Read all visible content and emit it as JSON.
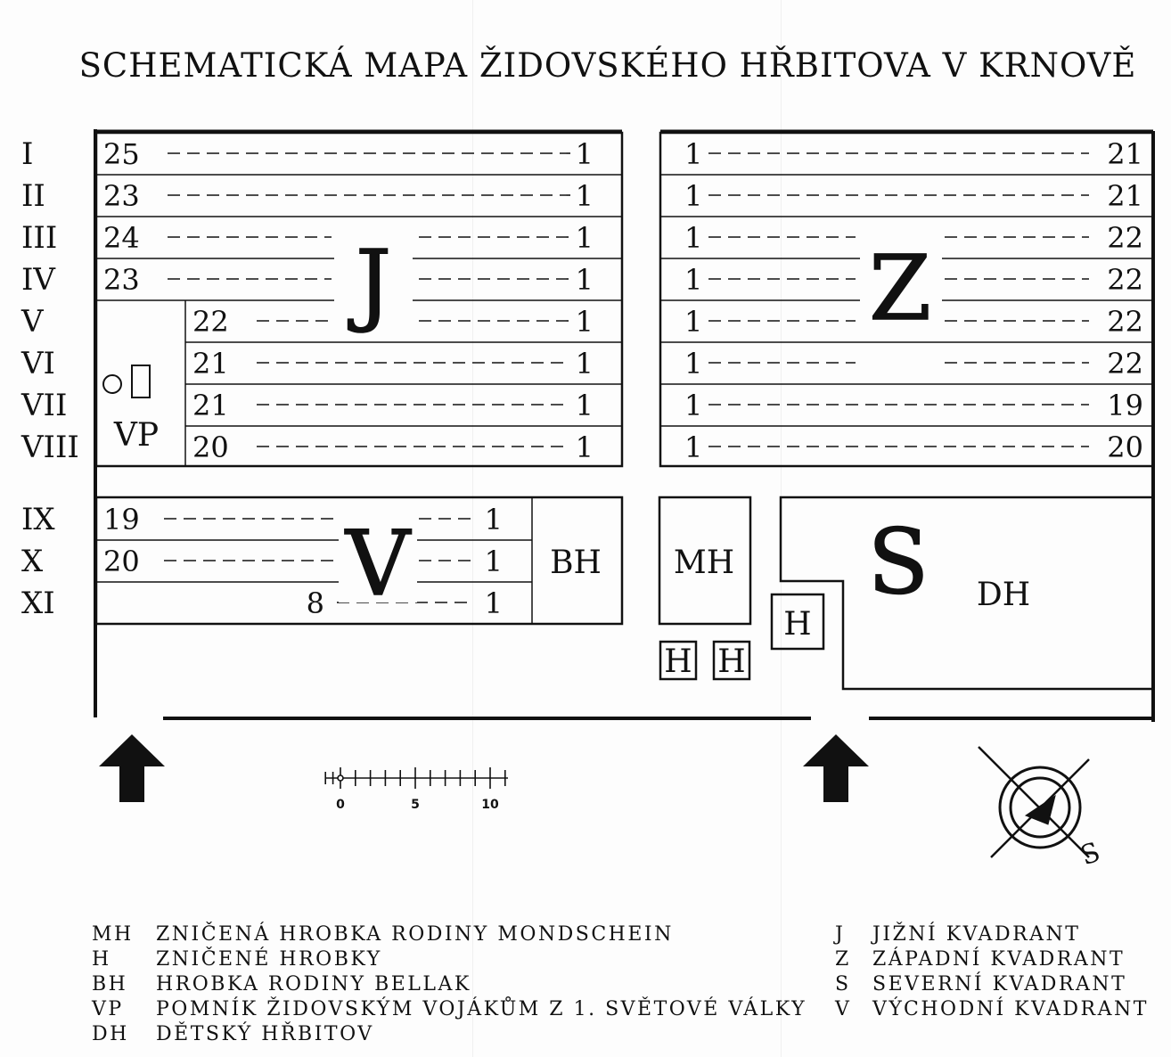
{
  "title": "SCHEMATICKÁ MAPA ŽIDOVSKÉHO HŘBITOVA V KRNOVĚ",
  "rows_upper": [
    {
      "label": "I",
      "west_start": "25",
      "west_end": "1",
      "east_start": "1",
      "east_end": "21"
    },
    {
      "label": "II",
      "west_start": "23",
      "west_end": "1",
      "east_start": "1",
      "east_end": "21"
    },
    {
      "label": "III",
      "west_start": "24",
      "west_end": "1",
      "east_start": "1",
      "east_end": "22"
    },
    {
      "label": "IV",
      "west_start": "23",
      "west_end": "1",
      "east_start": "1",
      "east_end": "22"
    },
    {
      "label": "V",
      "west_start": "22",
      "west_end": "1",
      "east_start": "1",
      "east_end": "22"
    },
    {
      "label": "VI",
      "west_start": "21",
      "west_end": "1",
      "east_start": "1",
      "east_end": "22"
    },
    {
      "label": "VII",
      "west_start": "21",
      "west_end": "1",
      "east_start": "1",
      "east_end": "19"
    },
    {
      "label": "VIII",
      "west_start": "20",
      "west_end": "1",
      "east_start": "1",
      "east_end": "20"
    }
  ],
  "rows_lower": [
    {
      "label": "IX",
      "start": "19",
      "end": "1"
    },
    {
      "label": "X",
      "start": "20",
      "end": "1"
    },
    {
      "label": "XI",
      "start": "8",
      "end": "1"
    }
  ],
  "quadrants": {
    "J": "J",
    "Z": "Z",
    "V": "V",
    "S": "S"
  },
  "areas": {
    "VP": "VP",
    "BH": "BH",
    "MH": "MH",
    "DH": "DH",
    "H": "H"
  },
  "scale": {
    "ticks": [
      "0",
      "5",
      "10"
    ]
  },
  "compass": {
    "label": "S"
  },
  "legend_left": [
    {
      "code": "MH",
      "text": "ZNIČENÁ HROBKA RODINY MONDSCHEIN"
    },
    {
      "code": "H",
      "text": "ZNIČENÉ HROBKY"
    },
    {
      "code": "BH",
      "text": "HROBKA RODINY BELLAK"
    },
    {
      "code": "VP",
      "text": "POMNÍK ŽIDOVSKÝM VOJÁKŮM Z 1. SVĚTOVÉ VÁLKY"
    },
    {
      "code": "DH",
      "text": "DĚTSKÝ HŘBITOV"
    }
  ],
  "legend_right": [
    {
      "code": "J",
      "text": "JIŽNÍ KVADRANT"
    },
    {
      "code": "Z",
      "text": "ZÁPADNÍ KVADRANT"
    },
    {
      "code": "S",
      "text": "SEVERNÍ KVADRANT"
    },
    {
      "code": "V",
      "text": "VÝCHODNÍ KVADRANT"
    }
  ],
  "colors": {
    "ink": "#111111",
    "paper": "#fdfdfd"
  }
}
